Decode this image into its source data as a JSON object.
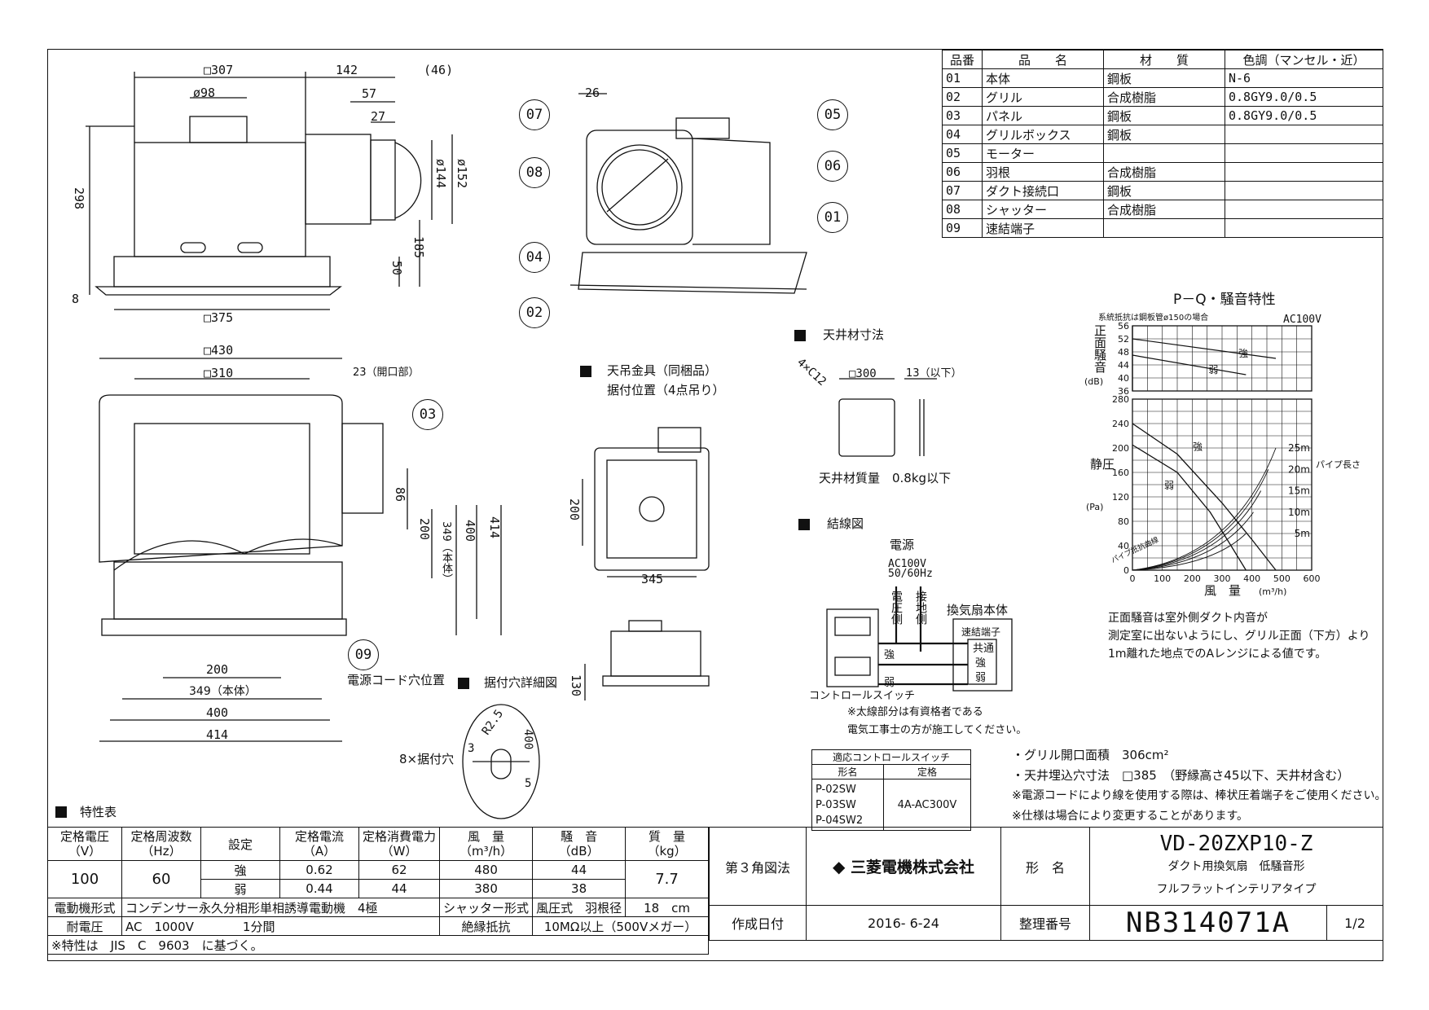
{
  "parts_table": {
    "headers": [
      "品番",
      "品　　名",
      "材　　質",
      "色調（マンセル・近）"
    ],
    "rows": [
      [
        "01",
        "本体",
        "鋼板",
        "N-6"
      ],
      [
        "02",
        "グリル",
        "合成樹脂",
        "0.8GY9.0/0.5"
      ],
      [
        "03",
        "パネル",
        "鋼板",
        "0.8GY9.0/0.5"
      ],
      [
        "04",
        "グリルボックス",
        "鋼板",
        ""
      ],
      [
        "05",
        "モーター",
        "",
        ""
      ],
      [
        "06",
        "羽根",
        "合成樹脂",
        ""
      ],
      [
        "07",
        "ダクト接続口",
        "鋼板",
        ""
      ],
      [
        "08",
        "シャッター",
        "合成樹脂",
        ""
      ],
      [
        "09",
        "速結端子",
        "",
        ""
      ]
    ]
  },
  "callouts": [
    "01",
    "02",
    "03",
    "04",
    "05",
    "06",
    "07",
    "08",
    "09"
  ],
  "dims_top": {
    "d307": "□307",
    "d142": "142",
    "d46": "(46)",
    "d98": "ø98",
    "d57": "57",
    "d27": "27",
    "d144": "ø144",
    "d152": "ø152",
    "d298": "298",
    "d185": "185",
    "d50": "50",
    "d8": "8",
    "d375": "□375",
    "d26": "26"
  },
  "dims_front": {
    "d430": "□430",
    "d310": "□310",
    "d23": "23（開口部）",
    "d86": "86",
    "d200v": "200",
    "d349v": "349（本体）",
    "d400v": "400",
    "d414v": "414",
    "d200h": "200",
    "d349h": "349（本体）",
    "d400h": "400",
    "d414h": "414",
    "cord": "電源コード穴位置",
    "holes": "8×据付穴"
  },
  "hanger": {
    "title": "天吊金具（同梱品）",
    "sub": "据付位置（4点吊り）",
    "d200": "200",
    "d345": "345",
    "d130": "130"
  },
  "hole_detail": {
    "title": "据付穴詳細図",
    "r": "R2.5",
    "d3": "3",
    "d400": "400",
    "d5": "5"
  },
  "ceiling": {
    "title": "天井材寸法",
    "c12": "4×C12",
    "d300": "□300",
    "d13": "13（以下）",
    "mass": "天井材質量　0.8kg以下"
  },
  "wiring": {
    "title": "結線図",
    "power": "電源",
    "ac": "AC100V",
    "hz": "50/60Hz",
    "pressure": "電圧側",
    "ground": "接地側",
    "unit": "換気扇本体",
    "terminal": "速結端子",
    "common": "共通",
    "strong": "強",
    "weak": "弱",
    "strong2": "強",
    "weak2": "弱",
    "switch": "コントロールスイッチ",
    "note1": "※太線部分は有資格者である",
    "note2": "電気工事士の方が施工してください。"
  },
  "switch_table": {
    "header": "適応コントロールスイッチ",
    "col1": "形名",
    "col2": "定格",
    "models": [
      "P-02SW",
      "P-03SW",
      "P-04SW2"
    ],
    "rating": "4A-AC300V"
  },
  "chart_data": {
    "type": "line",
    "title": "P－Q・騒音特性",
    "note_left": "系統抵抗は鋼板管ø150の場合",
    "note_right": "AC100V",
    "noise": {
      "ylabel": "正面騒音",
      "yunit": "(dB)",
      "yticks": [
        36,
        40,
        44,
        48,
        52,
        56
      ],
      "series": [
        {
          "name": "強",
          "x": [
            0,
            480
          ],
          "y": [
            52,
            46
          ]
        },
        {
          "name": "弱",
          "x": [
            0,
            380
          ],
          "y": [
            47,
            41
          ]
        }
      ]
    },
    "pq": {
      "ylabel": "静圧",
      "yunit": "(Pa)",
      "xlabel": "風　量",
      "xunit": "(m³/h)",
      "xticks": [
        0,
        100,
        200,
        300,
        400,
        500,
        600
      ],
      "yticks": [
        0,
        40,
        80,
        120,
        160,
        200,
        240,
        280
      ],
      "series": [
        {
          "name": "強",
          "x": [
            0,
            150,
            300,
            400,
            480
          ],
          "y": [
            240,
            190,
            110,
            50,
            0
          ]
        },
        {
          "name": "弱",
          "x": [
            0,
            150,
            260,
            330,
            380
          ],
          "y": [
            205,
            160,
            95,
            40,
            0
          ]
        }
      ],
      "pipe_title": "パイプ長さ",
      "pipes": [
        "25m",
        "20m",
        "15m",
        "10m",
        "5m"
      ],
      "pipe_loss_label": "パイプ抵抗曲線"
    }
  },
  "chart_note": [
    "正面騒音は室外側ダクト内音が",
    "測定室に出ないようにし、グリル正面（下方）より",
    "1m離れた地点でのAレンジによる値です。"
  ],
  "notes": [
    "・グリル開口面積　306cm²",
    "・天井埋込穴寸法　□385　（野縁高さ45以下、天井材含む）",
    "※電源コードにより線を使用する際は、棒状圧着端子をご使用ください。",
    "※仕様は場合により変更することがあります。"
  ],
  "spec": {
    "title": "特性表",
    "h1": "定格電圧",
    "h1u": "（V）",
    "h2": "定格周波数",
    "h2u": "（Hz）",
    "h3": "設定",
    "h4": "定格電流",
    "h4u": "（A）",
    "h5": "定格消費電力",
    "h5u": "（W）",
    "h6": "風　量",
    "h6u": "（m³/h）",
    "h7": "騒　音",
    "h7u": "（dB）",
    "h8": "質　量",
    "h8u": "（kg）",
    "voltage": "100",
    "freq": "60",
    "mass": "7.7",
    "strong": [
      "強",
      "0.62",
      "62",
      "480",
      "44"
    ],
    "weak": [
      "弱",
      "0.44",
      "44",
      "380",
      "38"
    ],
    "motor_label": "電動機形式",
    "motor": "コンデンサー永久分相形単相誘導電動機　4極",
    "shutter_label": "シャッター形式",
    "shutter": "風圧式",
    "blade_label": "羽根径",
    "blade": "18　cm",
    "withstand_label": "耐電圧",
    "withstand": "AC　1000V　　　　1分間",
    "insul_label": "絶縁抵抗",
    "insul": "10MΩ以上（500Vメガー）",
    "footnote": "※特性は　JIS　C　9603　に基づく。"
  },
  "title_block": {
    "projection": "第３角図法",
    "company": "三菱電機株式会社",
    "model_label": "形　名",
    "model": "VD-20ZXP10-Z",
    "desc1": "ダクト用換気扇　低騒音形",
    "desc2": "フルフラットインテリアタイプ",
    "date_label": "作成日付",
    "date": "2016- 6-24",
    "number_label": "整理番号",
    "number": "NB314071A",
    "page": "1/2"
  }
}
